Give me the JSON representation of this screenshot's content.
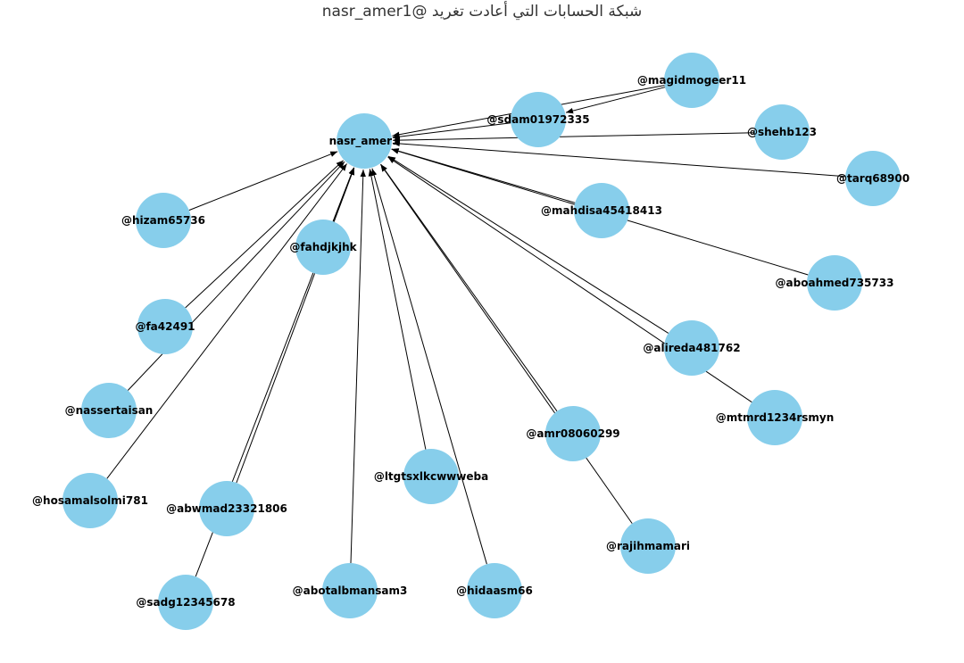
{
  "title": "شبكة الحسابات التي أعادت تغريد @nasr_amer1",
  "colors": {
    "node_fill": "#87ceeb",
    "edge": "#000000",
    "label": "#000000",
    "title": "#333333"
  },
  "nodes": [
    {
      "id": "nasr_amer1",
      "label": "nasr_amer1"
    },
    {
      "id": "magidmogeer11",
      "label": "@magidmogeer11"
    },
    {
      "id": "sdam01972335",
      "label": "@sdam01972335"
    },
    {
      "id": "shehb123",
      "label": "@shehb123"
    },
    {
      "id": "tarq68900",
      "label": "@tarq68900"
    },
    {
      "id": "mahdisa45418413",
      "label": "@mahdisa45418413"
    },
    {
      "id": "aboahmed735733",
      "label": "@aboahmed735733"
    },
    {
      "id": "alireda481762",
      "label": "@alireda481762"
    },
    {
      "id": "mtmrd1234rsmyn",
      "label": "@mtmrd1234rsmyn"
    },
    {
      "id": "amr08060299",
      "label": "@amr08060299"
    },
    {
      "id": "rajihmamari",
      "label": "@rajihmamari"
    },
    {
      "id": "hidaasm66",
      "label": "@hidaasm66"
    },
    {
      "id": "ltgtsxlkcwwweba",
      "label": "@ltgtsxlkcwwweba"
    },
    {
      "id": "abotalbmansam3",
      "label": "@abotalbmansam3"
    },
    {
      "id": "abwmad23321806",
      "label": "@abwmad23321806"
    },
    {
      "id": "sadg12345678",
      "label": "@sadg12345678"
    },
    {
      "id": "fahdjkjhk",
      "label": "@fahdjkjhk"
    },
    {
      "id": "hizam65736",
      "label": "@hizam65736"
    },
    {
      "id": "fa42491",
      "label": "@fa42491"
    },
    {
      "id": "nassertaisan",
      "label": "@nassertaisan"
    },
    {
      "id": "hosamalsolmi781",
      "label": "@hosamalsolmi781"
    }
  ],
  "edges": [
    {
      "source": "magidmogeer11",
      "target": "nasr_amer1"
    },
    {
      "source": "sdam01972335",
      "target": "nasr_amer1"
    },
    {
      "source": "magidmogeer11",
      "target": "sdam01972335"
    },
    {
      "source": "shehb123",
      "target": "nasr_amer1"
    },
    {
      "source": "tarq68900",
      "target": "nasr_amer1"
    },
    {
      "source": "mahdisa45418413",
      "target": "nasr_amer1"
    },
    {
      "source": "aboahmed735733",
      "target": "nasr_amer1"
    },
    {
      "source": "alireda481762",
      "target": "nasr_amer1"
    },
    {
      "source": "mtmrd1234rsmyn",
      "target": "nasr_amer1"
    },
    {
      "source": "amr08060299",
      "target": "nasr_amer1"
    },
    {
      "source": "rajihmamari",
      "target": "nasr_amer1"
    },
    {
      "source": "hidaasm66",
      "target": "nasr_amer1"
    },
    {
      "source": "ltgtsxlkcwwweba",
      "target": "nasr_amer1"
    },
    {
      "source": "abotalbmansam3",
      "target": "nasr_amer1"
    },
    {
      "source": "abwmad23321806",
      "target": "nasr_amer1"
    },
    {
      "source": "sadg12345678",
      "target": "nasr_amer1"
    },
    {
      "source": "fahdjkjhk",
      "target": "nasr_amer1"
    },
    {
      "source": "hizam65736",
      "target": "nasr_amer1"
    },
    {
      "source": "fa42491",
      "target": "nasr_amer1"
    },
    {
      "source": "nassertaisan",
      "target": "nasr_amer1"
    },
    {
      "source": "hosamalsolmi781",
      "target": "nasr_amer1"
    }
  ]
}
